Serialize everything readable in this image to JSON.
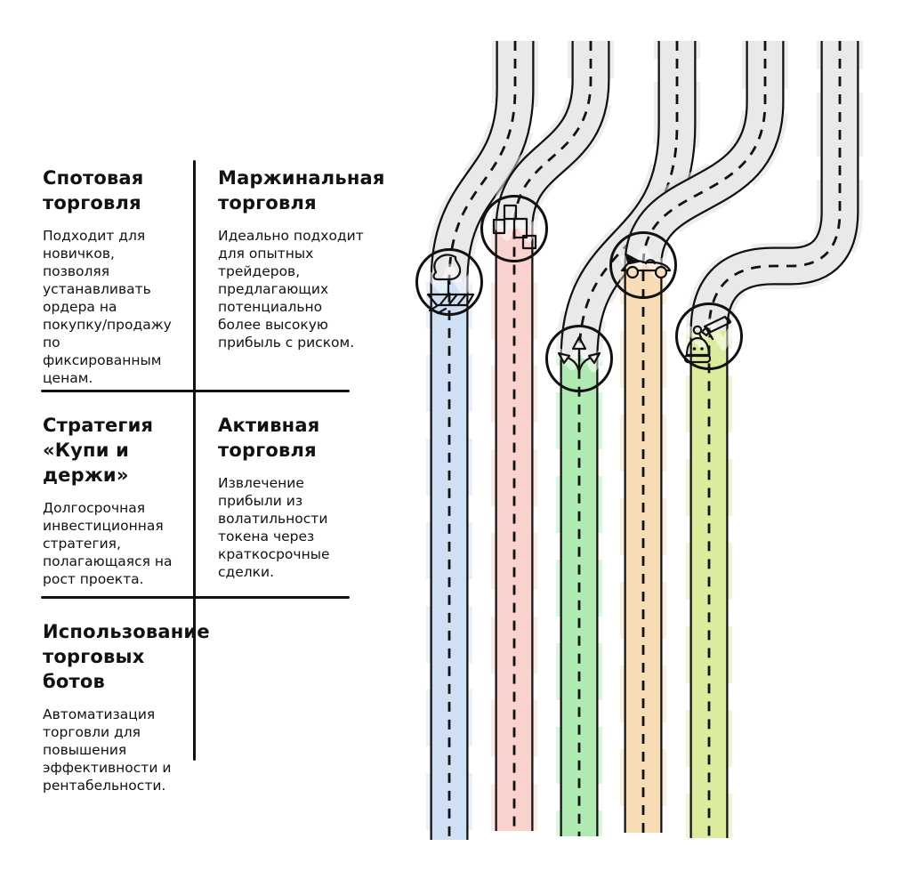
{
  "sections": [
    {
      "title": "Спотовая\nторговля",
      "body": "Подходит для\nновичков,\nпозволяя\nустанавливать\nордера на\nпокупку/продажу\nпо\nфиксированным\nценам."
    },
    {
      "title": "Маржинальная\nторговля",
      "body": "Идеально подходит\nдля опытных\nтрейдеров,\nпредлагающих\nпотенциально\nболее высокую\nприбыль с риском."
    },
    {
      "title": "Стратегия\n«Купи и\nдержи»",
      "body": "Долгосрочная\nинвестиционная\nстратегия,\nполагающаяся на\nрост проекта."
    },
    {
      "title": "Активная\nторговля",
      "body": "Извлечение\nприбыли из\nволатильности\nтокена через\nкраткосрочные\nсделки."
    },
    {
      "title": "Использование\nторговых ботов",
      "body": "Автоматизация\nторговли для\nповышения\nэффективности и\nрентабельности."
    }
  ],
  "lanes": [
    {
      "icon": "sailboat-icon",
      "color": "#cfe0f5",
      "circle_color": "#cfe3f6"
    },
    {
      "icon": "scattered-blocks-icon",
      "color": "#f9d2cd",
      "circle_color": "#fbd4d0"
    },
    {
      "icon": "branching-arrows-icon",
      "color": "#aeeab2",
      "circle_color": "#b4ecb8"
    },
    {
      "icon": "race-car-icon",
      "color": "#f8dcb6",
      "circle_color": "#f8dfbc"
    },
    {
      "icon": "robot-camera-icon",
      "color": "#dcec9f",
      "circle_color": "#e3f1ac"
    }
  ],
  "theme": {
    "ink": "#111111",
    "outline": "#111111",
    "asphalt": "#e9e9e9",
    "asphalt-spill": "#e0e0e0"
  }
}
